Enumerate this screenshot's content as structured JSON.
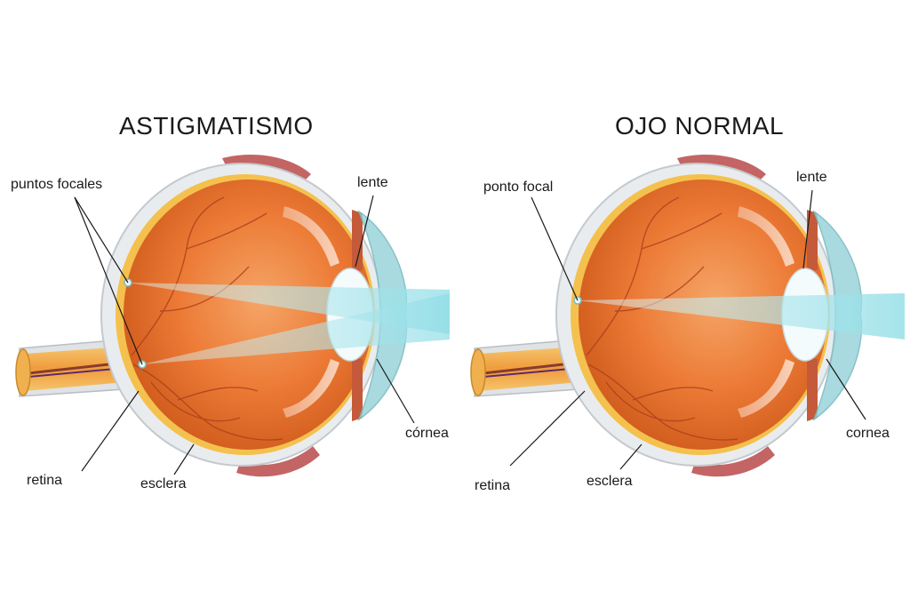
{
  "left_panel": {
    "title": "ASTIGMATISMO",
    "labels": {
      "focal": "puntos focales",
      "lens": "lente",
      "cornea": "córnea",
      "retina": "retina",
      "sclera": "esclera"
    }
  },
  "right_panel": {
    "title": "OJO NORMAL",
    "labels": {
      "focal": "ponto focal",
      "lens": "lente",
      "cornea": "cornea",
      "retina": "retina",
      "sclera": "esclera"
    }
  },
  "colors": {
    "vitreous": "#e8702a",
    "vitreous_light": "#f6b07a",
    "sclera": "#e9ecef",
    "light_beam": "#a6e4ea",
    "cornea": "#9fd6dc",
    "lens": "#f4fbfc",
    "muscle": "#b84a4a",
    "nerve": "#f0b050"
  }
}
